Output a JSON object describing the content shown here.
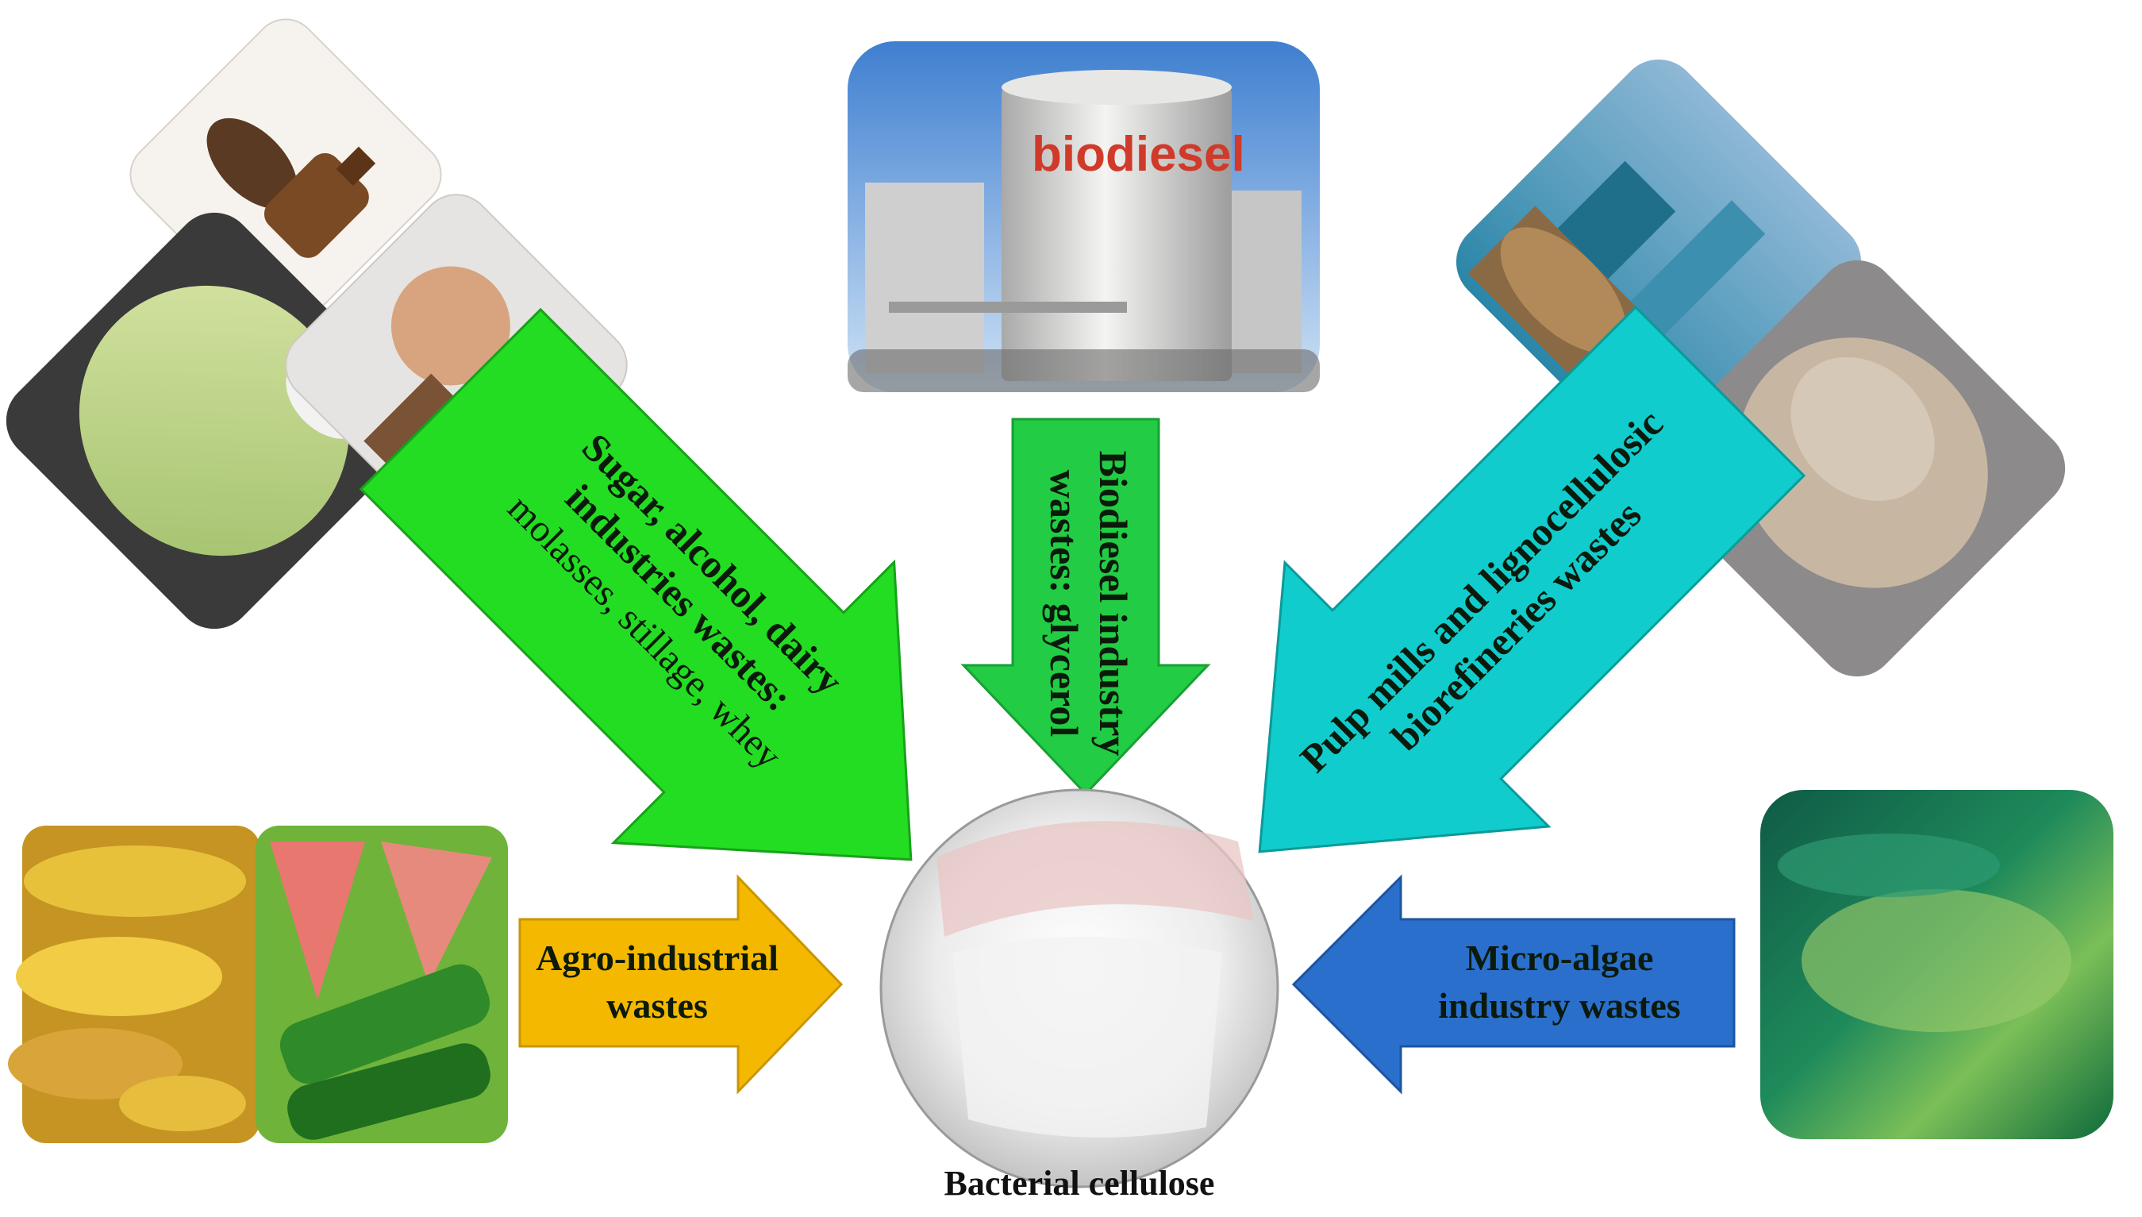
{
  "center": {
    "caption": "Bacterial cellulose"
  },
  "arrows": {
    "sugar": {
      "line1": "Sugar, alcohol, dairy",
      "line2": "industries wastes:",
      "line3": "molasses, stillage, whey",
      "color": "#22dd22"
    },
    "biodiesel": {
      "line1": "Biodiesel industry",
      "line2": "wastes: glycerol",
      "color": "#22cc44"
    },
    "pulp": {
      "line1": "Pulp mills and lignocellulosic",
      "line2": "biorefineries wastes",
      "color": "#11cccc"
    },
    "agro": {
      "line1": "Agro-industrial",
      "line2": "wastes",
      "color": "#f5b800"
    },
    "algae": {
      "line1": "Micro-algae",
      "line2": "industry wastes",
      "color": "#2a6fcc"
    }
  },
  "photos": {
    "biodiesel_tank_text": "biodiesel"
  }
}
